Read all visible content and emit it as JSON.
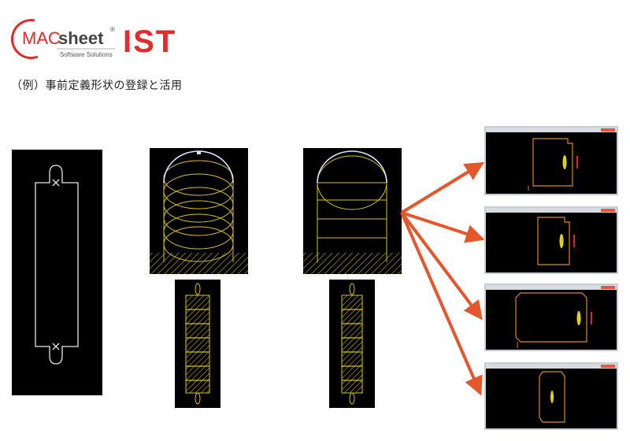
{
  "logo": {
    "brand_part1": "MAC",
    "brand_part2": "sheet",
    "registered": "®",
    "tagline": "Software Solutions",
    "product": "IST",
    "colors": {
      "brand_red": "#e32b2b",
      "ring": "#e32b2b",
      "gray": "#555555"
    }
  },
  "caption": "（例）事前定義形状の登録と活用",
  "colors": {
    "panel_bg": "#000000",
    "outline_white": "#e6e6e6",
    "shape_yellow": "#d8c21a",
    "hatch_yellow": "#c9b014",
    "window_orange": "#d98b1a",
    "arrow_orange": "#e5562a",
    "ellipse_yellow": "#e0d21a",
    "dim_red": "#e02424",
    "window_chrome": "#c9ccd3"
  },
  "figures": [
    {
      "id": "original-outline",
      "kind": "white outline shape"
    },
    {
      "id": "shape-with-circles",
      "kind": "arch shape with overlapping circles and hatched base"
    },
    {
      "id": "shape-with-ellipse",
      "kind": "arch shape with horizontal lines and ellipse"
    },
    {
      "id": "strip-left",
      "kind": "hatched vertical strip"
    },
    {
      "id": "strip-right",
      "kind": "hatched vertical strip"
    }
  ],
  "result_windows": [
    {
      "id": "result-1",
      "variant": "wide-tall"
    },
    {
      "id": "result-2",
      "variant": "narrow"
    },
    {
      "id": "result-3",
      "variant": "widest"
    },
    {
      "id": "result-4",
      "variant": "slim"
    }
  ],
  "arrows": {
    "count": 4
  }
}
